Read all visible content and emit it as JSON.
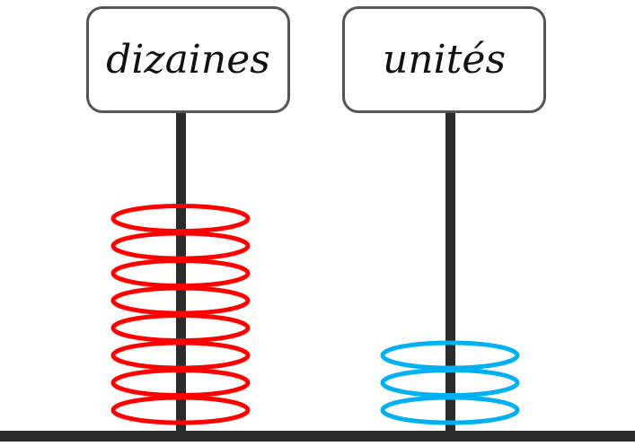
{
  "columns": [
    {
      "label": "dizaines",
      "ring_count": 8,
      "ring_color": "#ff0000"
    },
    {
      "label": "unités",
      "ring_count": 3,
      "ring_color": "#00b0f0"
    }
  ],
  "colors": {
    "rod": "#2b2b2b",
    "base": "#2b2b2b",
    "box_border": "#555555"
  }
}
